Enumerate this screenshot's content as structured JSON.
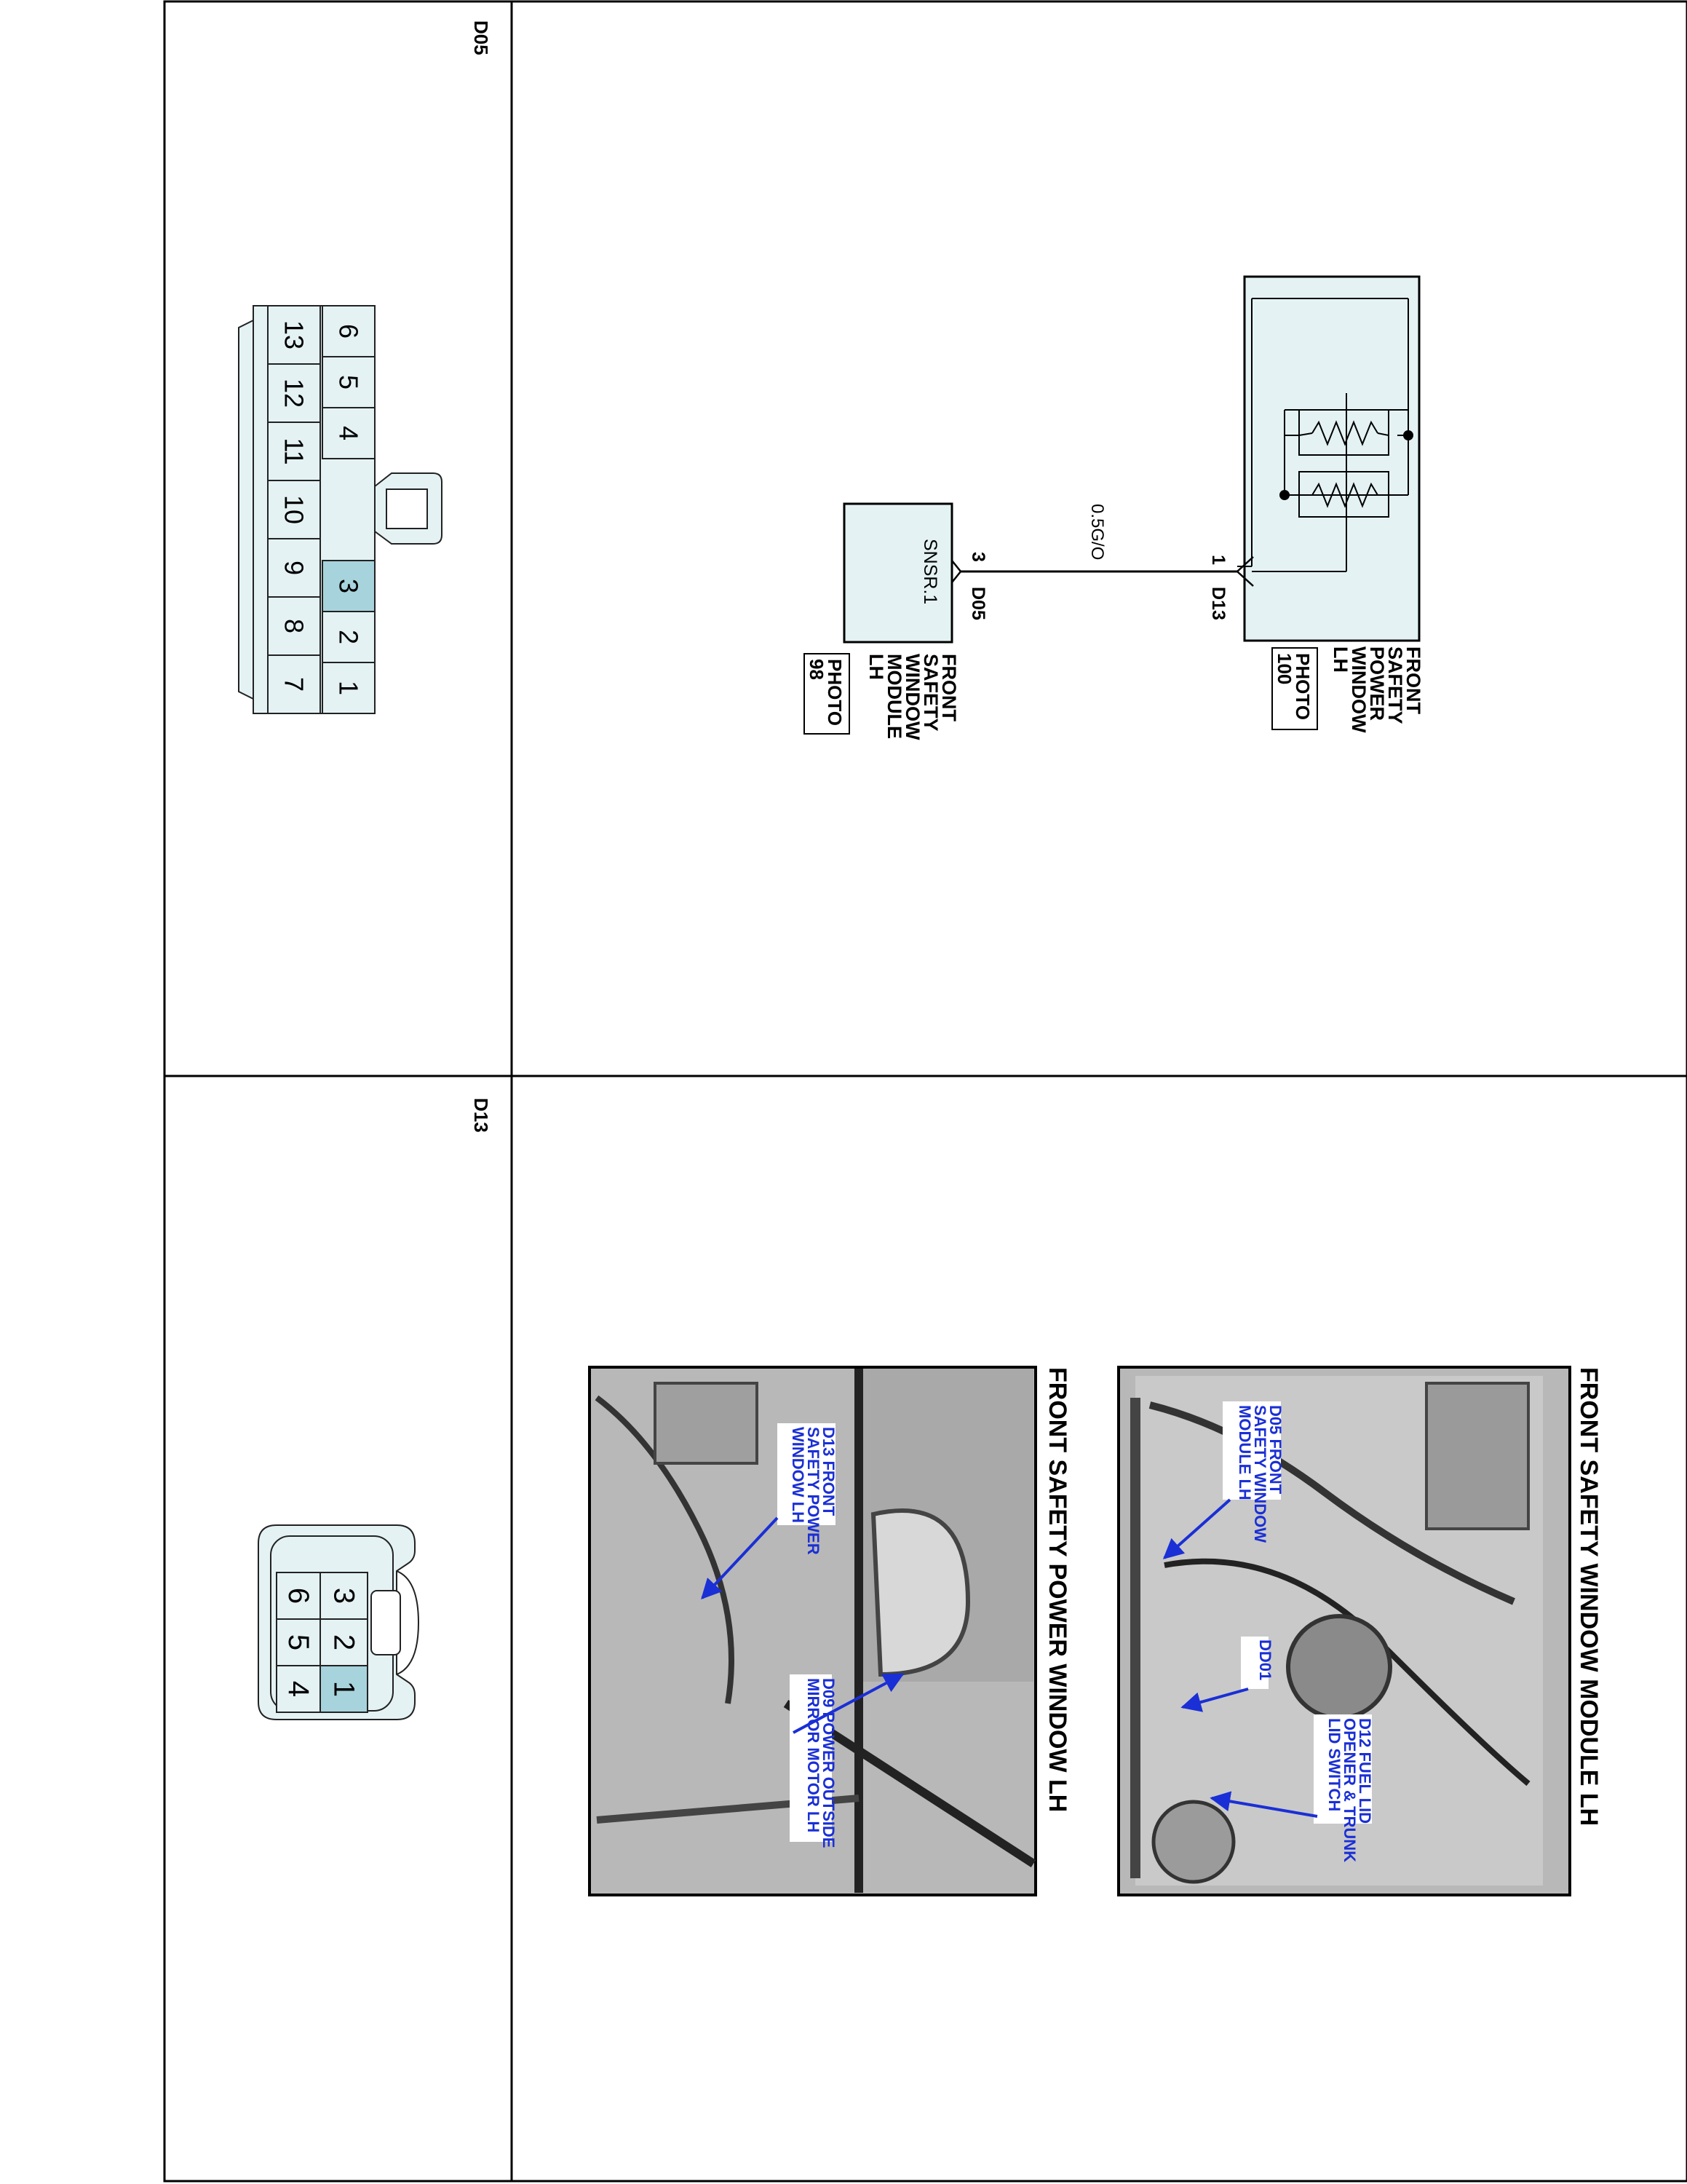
{
  "connectors": {
    "d05": {
      "id": "D05",
      "top_row": [
        "6",
        "5",
        "4",
        "3",
        "2",
        "1"
      ],
      "bottom_row": [
        "13",
        "12",
        "11",
        "10",
        "9",
        "8",
        "7"
      ],
      "highlighted_pin": "3"
    },
    "d13": {
      "id": "D13",
      "top_row": [
        "3",
        "2",
        "1"
      ],
      "bottom_row": [
        "6",
        "5",
        "4"
      ],
      "highlighted_pin": "1"
    }
  },
  "schematic": {
    "upper_component": {
      "name_lines": [
        "FRONT",
        "SAFETY",
        "POWER",
        "WINDOW",
        "LH"
      ],
      "photo_lines": [
        "PHOTO",
        "100"
      ],
      "pin": "1",
      "connector": "D13"
    },
    "wire": "0.5G/O",
    "lower_component": {
      "name_lines": [
        "FRONT",
        "SAFETY",
        "WINDOW",
        "MODULE",
        "LH"
      ],
      "photo_lines": [
        "PHOTO",
        "98"
      ],
      "pin": "3",
      "connector": "D05",
      "terminal": "SNSR.1"
    }
  },
  "photos": {
    "module": {
      "title": "FRONT SAFETY WINDOW MODULE LH",
      "callouts": [
        {
          "lines": [
            "D05 FRONT",
            "SAFETY WINDOW",
            "MODULE LH"
          ]
        },
        {
          "lines": [
            "DD01"
          ]
        },
        {
          "lines": [
            "D12 FUEL LID",
            "OPENER & TRUNK",
            "LID SWITCH"
          ]
        }
      ]
    },
    "power_window": {
      "title": "FRONT SAFETY POWER WINDOW LH",
      "callouts": [
        {
          "lines": [
            "D13 FRONT",
            "SAFETY POWER",
            "WINDOW LH"
          ]
        },
        {
          "lines": [
            "D09 POWER OUTSIDE",
            "MIRROR MOTOR LH"
          ]
        }
      ]
    }
  },
  "colors": {
    "highlight": "#a7d3dc",
    "cell": "#e4f2f4",
    "callout_text": "#1a2fd6",
    "photo_bg": "#b8b8b8"
  }
}
